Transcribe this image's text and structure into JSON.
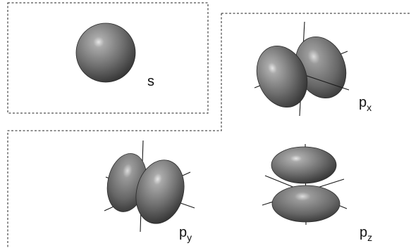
{
  "orbitals": {
    "s": {
      "letter": "s"
    },
    "px": {
      "letter": "p",
      "subscript": "x"
    },
    "py": {
      "letter": "p",
      "subscript": "y"
    },
    "pz": {
      "letter": "p",
      "subscript": "z"
    }
  },
  "colors": {
    "lobe_dark": "#3a3a3a",
    "lobe_mid": "#7a7a7a",
    "lobe_light": "#d8d8d8",
    "outline": "#222222"
  }
}
